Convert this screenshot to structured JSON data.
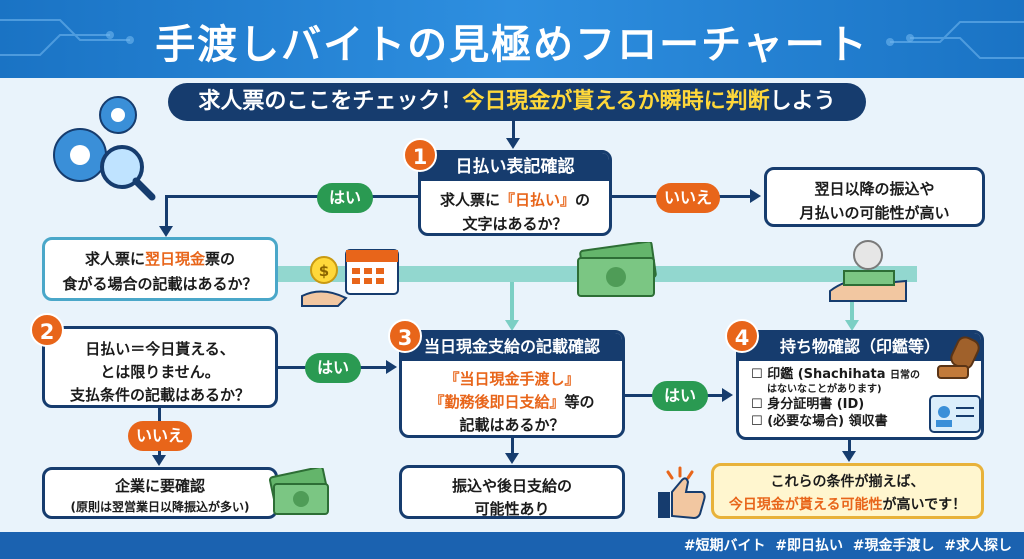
{
  "title": "手渡しバイトの見極めフローチャート",
  "subtitle": {
    "prefix": "求人票のここをチェック！",
    "highlight": "今日現金が貰えるか瞬時に判断",
    "suffix": "しよう"
  },
  "step1": {
    "number": "1",
    "heading": "日払い表記確認",
    "line1_a": "求人票に",
    "line1_b": "『日払い』",
    "line1_c": "の",
    "line2": "文字はあるか？"
  },
  "no_result_1": {
    "line1": "翌日以降の振込や",
    "line2": "月払いの可能性が高い"
  },
  "yes_label": "はい",
  "no_label": "いいえ",
  "meal_card": {
    "line1_a": "求人票に",
    "line1_b": "翌日現金",
    "line1_c": "票の",
    "line2": "食がる場合の記載はあるか？"
  },
  "step2": {
    "number": "2",
    "line1": "日払い＝今日貰える、",
    "line2": "とは限りません。",
    "line3": "支払条件の記載はあるか？"
  },
  "company_card": {
    "line1": "企業に要確認",
    "line2": "(原則は翌営業日以降振込が多い)"
  },
  "step3": {
    "number": "3",
    "heading": "当日現金支給の記載確認",
    "line1": "『当日現金手渡し』",
    "line2_a": "『勤務後即日支給』",
    "line2_b": "等の",
    "line3": "記載はあるか？"
  },
  "transfer_card": {
    "line1": "振込や後日支給の",
    "line2": "可能性あり"
  },
  "step4": {
    "number": "4",
    "heading": "持ち物確認（印鑑等）",
    "items": [
      {
        "box": "☐",
        "text": "印鑑 (Shachihata",
        "small": "日常の"
      },
      {
        "box": "",
        "text": "",
        "small": "はないなことがあります)"
      },
      {
        "box": "☐",
        "text": "身分証明書 (ID)",
        "small": ""
      },
      {
        "box": "☐",
        "text": "(必要な場合) 領収書",
        "small": ""
      }
    ]
  },
  "final": {
    "line1": "これらの条件が揃えば、",
    "line2_a": "今日現金が貰える可能性",
    "line2_b": "が高いです！"
  },
  "hashtags": "#短期バイト  #即日払い  #現金手渡し  #求人探し",
  "colors": {
    "navy": "#163c6e",
    "orange": "#e8651a",
    "green": "#2a9a52",
    "yellow": "#ffd83a"
  }
}
